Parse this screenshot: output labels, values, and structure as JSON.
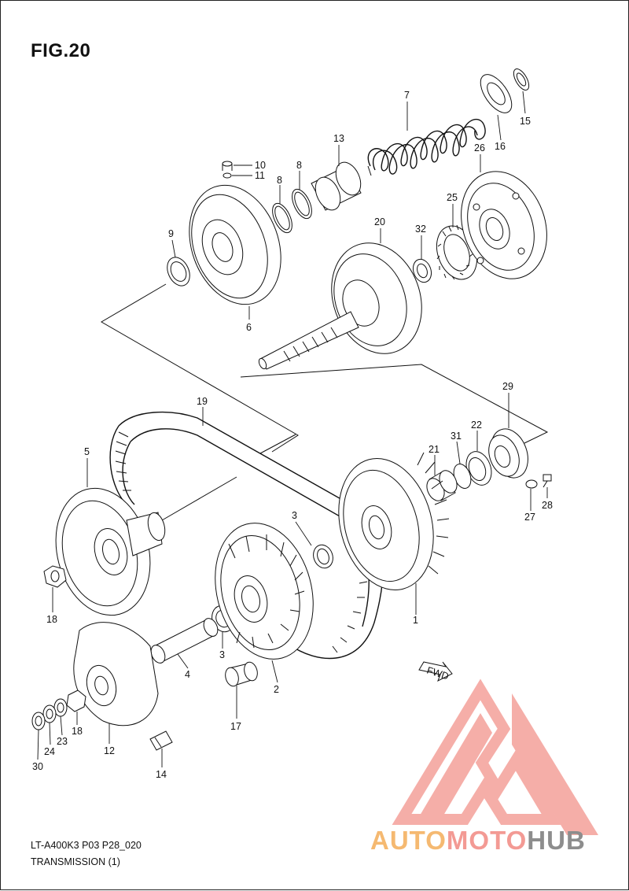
{
  "figure": {
    "title": "FIG.20"
  },
  "footer": {
    "model_code": "LT-A400K3 P03 P28_020",
    "caption": "TRANSMISSION (1)"
  },
  "watermark": {
    "part1": "AUTO",
    "part2": "MOTO",
    "part3": "HUB",
    "colors": {
      "triangle": "#f4a09a",
      "auto": "#f5b971",
      "moto": "#f39a94",
      "hub": "#8d8d8d"
    }
  },
  "callouts": [
    {
      "id": "c7",
      "label": "7"
    },
    {
      "id": "c15",
      "label": "15"
    },
    {
      "id": "c16",
      "label": "16"
    },
    {
      "id": "c13",
      "label": "13"
    },
    {
      "id": "c26",
      "label": "26"
    },
    {
      "id": "c10",
      "label": "10"
    },
    {
      "id": "c11",
      "label": "11"
    },
    {
      "id": "c8a",
      "label": "8"
    },
    {
      "id": "c8b",
      "label": "8"
    },
    {
      "id": "c25",
      "label": "25"
    },
    {
      "id": "c20",
      "label": "20"
    },
    {
      "id": "c32",
      "label": "32"
    },
    {
      "id": "c9",
      "label": "9"
    },
    {
      "id": "c6",
      "label": "6"
    },
    {
      "id": "c29",
      "label": "29"
    },
    {
      "id": "c19",
      "label": "19"
    },
    {
      "id": "c22",
      "label": "22"
    },
    {
      "id": "c31",
      "label": "31"
    },
    {
      "id": "c21",
      "label": "21"
    },
    {
      "id": "c5",
      "label": "5"
    },
    {
      "id": "c28",
      "label": "28"
    },
    {
      "id": "c27",
      "label": "27"
    },
    {
      "id": "c3a",
      "label": "3"
    },
    {
      "id": "c1",
      "label": "1"
    },
    {
      "id": "c18a",
      "label": "18"
    },
    {
      "id": "c3b",
      "label": "3"
    },
    {
      "id": "c4",
      "label": "4"
    },
    {
      "id": "c2",
      "label": "2"
    },
    {
      "id": "c18b",
      "label": "18"
    },
    {
      "id": "c23",
      "label": "23"
    },
    {
      "id": "c24",
      "label": "24"
    },
    {
      "id": "c30",
      "label": "30"
    },
    {
      "id": "c12",
      "label": "12"
    },
    {
      "id": "c17",
      "label": "17"
    },
    {
      "id": "c14",
      "label": "14"
    }
  ],
  "fwd_marker": {
    "label": "FWD"
  }
}
